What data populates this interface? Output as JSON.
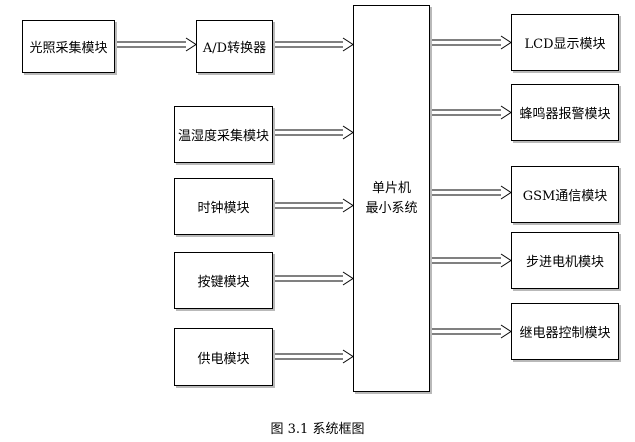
{
  "diagram": {
    "inputs": {
      "light": "光照采集模块",
      "adc": "A/D转换器",
      "temp_humidity": "温湿度采集模块",
      "clock": "时钟模块",
      "keys": "按键模块",
      "power": "供电模块"
    },
    "mcu": {
      "line1": "单片机",
      "line2": "最小系统"
    },
    "outputs": {
      "lcd": "LCD显示模块",
      "buzzer": "蜂鸣器报警模块",
      "gsm": "GSM通信模块",
      "stepper": "步进电机模块",
      "relay": "继电器控制模块"
    },
    "caption": "图 3.1  系统框图"
  }
}
